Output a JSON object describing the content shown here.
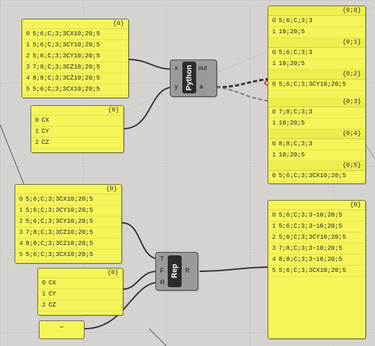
{
  "panels": {
    "a": {
      "path": "{0}",
      "rows": [
        {
          "i": "0",
          "t": "5;6;C;3;3CX10;20;5"
        },
        {
          "i": "1",
          "t": "5;6;C;3;3CY10;20;5"
        },
        {
          "i": "2",
          "t": "5;6;C;3;3CY10;20;5"
        },
        {
          "i": "3",
          "t": "7;8;C;3;3CZ10;20;5"
        },
        {
          "i": "4",
          "t": "8;8;C;3;3CZ10;20;5"
        },
        {
          "i": "5",
          "t": "5;6;C;3;3CX10;20;5"
        }
      ]
    },
    "b": {
      "path": "{0}",
      "rows": [
        {
          "i": "0",
          "t": "CX"
        },
        {
          "i": "1",
          "t": "CY"
        },
        {
          "i": "2",
          "t": "CZ"
        }
      ]
    },
    "out1": {
      "branches": [
        {
          "path": "{0;0}",
          "rows": [
            {
              "i": "0",
              "t": "5;6;C;3;3"
            },
            {
              "i": "1",
              "t": "10;20;5"
            }
          ]
        },
        {
          "path": "{0;1}",
          "rows": [
            {
              "i": "0",
              "t": "5;6;C;3;3"
            },
            {
              "i": "1",
              "t": "10;20;5"
            }
          ]
        },
        {
          "path": "{0;2}",
          "rows": [
            {
              "i": "0",
              "t": "5;6;C;3;3CY10;20;5"
            }
          ]
        },
        {
          "path": "{0;3}",
          "rows": [
            {
              "i": "0",
              "t": "7;8;C;3;3"
            },
            {
              "i": "1",
              "t": "10;20;5"
            }
          ]
        },
        {
          "path": "{0;4}",
          "rows": [
            {
              "i": "0",
              "t": "8;8;C;3;3"
            },
            {
              "i": "1",
              "t": "10;20;5"
            }
          ]
        },
        {
          "path": "{0;5}",
          "rows": [
            {
              "i": "0",
              "t": "5;6;C;3;3CX10;20;5"
            }
          ]
        }
      ]
    },
    "c": {
      "path": "{0}",
      "rows": [
        {
          "i": "0",
          "t": "5;6;C;3;3CX10;20;5"
        },
        {
          "i": "1",
          "t": "5;6;C;3;3CY10;20;5"
        },
        {
          "i": "2",
          "t": "5;6;C;3;3CY10;20;5"
        },
        {
          "i": "3",
          "t": "7;8;C;3;3CZ10;20;5"
        },
        {
          "i": "4",
          "t": "8;8;C;3;3CZ10;20;5"
        },
        {
          "i": "5",
          "t": "5;6;C;3;3CX10;20;5"
        }
      ]
    },
    "d": {
      "path": "{0}",
      "rows": [
        {
          "i": "0",
          "t": "CX"
        },
        {
          "i": "1",
          "t": "CY"
        },
        {
          "i": "2",
          "t": "CZ"
        }
      ]
    },
    "tilde": {
      "text": "~"
    },
    "out2": {
      "path": "{0}",
      "rows": [
        {
          "i": "0",
          "t": "5;6;C;3;3~10;20;5"
        },
        {
          "i": "1",
          "t": "5;6;C;3;3~10;20;5"
        },
        {
          "i": "2",
          "t": "5;6;C;3;3CY10;20;5"
        },
        {
          "i": "3",
          "t": "7;8;C;3;3~10;20;5"
        },
        {
          "i": "4",
          "t": "8;8;C;3;3~10;20;5"
        },
        {
          "i": "5",
          "t": "5;6;C;3;3CX10;20;5"
        }
      ]
    }
  },
  "python": {
    "label": "Python",
    "in_x": "x",
    "in_y": "y",
    "out_out": "out",
    "out_a": "a"
  },
  "rep": {
    "label": "Rep",
    "in_t": "T",
    "in_f": "F",
    "in_r": "R",
    "out_r": "R"
  },
  "colors": {
    "panel": "#f5f55a",
    "canvas": "#d4d3cf",
    "annotation": "#e01010"
  }
}
